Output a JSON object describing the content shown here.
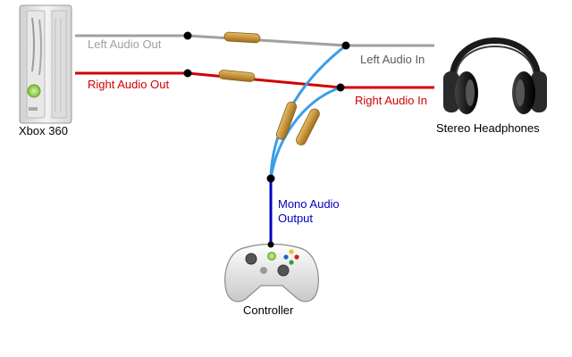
{
  "labels": {
    "xbox": "Xbox 360",
    "left_out": "Left Audio Out",
    "right_out": "Right Audio Out",
    "left_in": "Left Audio In",
    "right_in": "Right Audio In",
    "headphones": "Stereo Headphones",
    "mono_line1": "Mono Audio",
    "mono_line2": "Output",
    "controller": "Controller"
  },
  "colors": {
    "left_wire": "#a0a0a0",
    "right_wire": "#d00000",
    "blue_wire": "#3a9ee8",
    "mono_wire": "#0000c0",
    "mono_text": "#0000c0",
    "resistor": "#c89a40",
    "node": "#000000"
  },
  "icons": [
    "xbox-360-console-icon",
    "stereo-headphones-icon",
    "xbox-controller-icon"
  ]
}
